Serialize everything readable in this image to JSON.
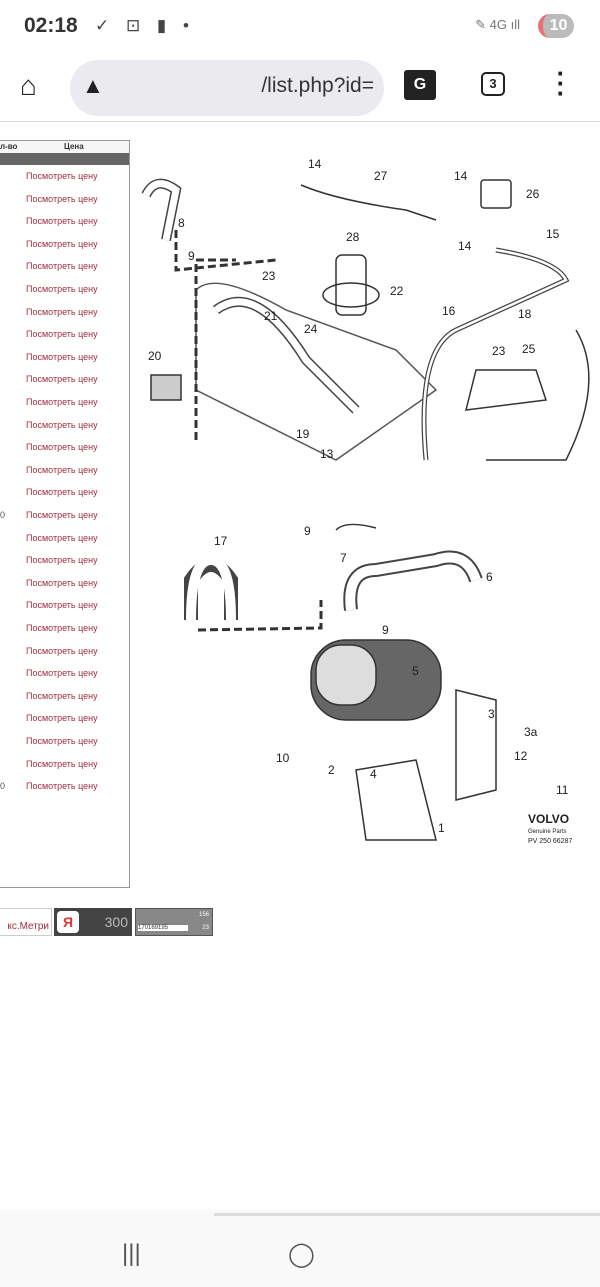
{
  "status_bar": {
    "time": "02:18",
    "left_icons": "✓ ⊡ ▮ •",
    "right_icons": "✎ 4G ıll",
    "battery": "10"
  },
  "browser": {
    "url": "/list.php?id=",
    "tab_count": "3",
    "icons": [
      "home-icon",
      "warning-icon",
      "translate-icon",
      "tabs-icon",
      "menu-icon"
    ]
  },
  "table": {
    "headers": [
      "л-во",
      "Цена"
    ],
    "rows": [
      {
        "qty": "",
        "price": "Посмотреть цену"
      },
      {
        "qty": "",
        "price": "Посмотреть цену"
      },
      {
        "qty": "",
        "price": "Посмотреть цену"
      },
      {
        "qty": "",
        "price": "Посмотреть цену"
      },
      {
        "qty": "",
        "price": "Посмотреть цену"
      },
      {
        "qty": "",
        "price": "Посмотреть цену"
      },
      {
        "qty": "",
        "price": "Посмотреть цену"
      },
      {
        "qty": "",
        "price": "Посмотреть цену"
      },
      {
        "qty": "",
        "price": "Посмотреть цену"
      },
      {
        "qty": "",
        "price": "Посмотреть цену"
      },
      {
        "qty": "",
        "price": "Посмотреть цену"
      },
      {
        "qty": "",
        "price": "Посмотреть цену"
      },
      {
        "qty": "",
        "price": "Посмотреть цену"
      },
      {
        "qty": "",
        "price": "Посмотреть цену"
      },
      {
        "qty": "",
        "price": "Посмотреть цену"
      },
      {
        "qty": "0",
        "price": "Посмотреть цену"
      },
      {
        "qty": "",
        "price": "Посмотреть цену"
      },
      {
        "qty": "",
        "price": "Посмотреть цену"
      },
      {
        "qty": "",
        "price": "Посмотреть цену"
      },
      {
        "qty": "",
        "price": "Посмотреть цену"
      },
      {
        "qty": "",
        "price": "Посмотреть цену"
      },
      {
        "qty": "",
        "price": "Посмотреть цену"
      },
      {
        "qty": "",
        "price": "Посмотреть цену"
      },
      {
        "qty": "",
        "price": "Посмотреть цену"
      },
      {
        "qty": "",
        "price": "Посмотреть цену"
      },
      {
        "qty": "",
        "price": "Посмотреть цену"
      },
      {
        "qty": "",
        "price": "Посмотреть цену"
      },
      {
        "qty": "0",
        "price": "Посмотреть цену"
      }
    ]
  },
  "diagram": {
    "callouts": [
      "14",
      "27",
      "14",
      "26",
      "8",
      "28",
      "15",
      "9",
      "14",
      "23",
      "22",
      "21",
      "16",
      "18",
      "24",
      "23",
      "25",
      "20",
      "19",
      "13",
      "9",
      "17",
      "7",
      "6",
      "9",
      "5",
      "3",
      "3a",
      "10",
      "2",
      "4",
      "12",
      "11",
      "1"
    ],
    "brand": "VOLVO",
    "subtitle": "Genuine Parts",
    "code": "PV 250 66287"
  },
  "counters": {
    "metrika_label": "кс.Метри",
    "yandex_letter": "Я",
    "yandex_count": "300",
    "mail_top": "156",
    "mail_bottom": "23",
    "mail_id": "170169195"
  }
}
